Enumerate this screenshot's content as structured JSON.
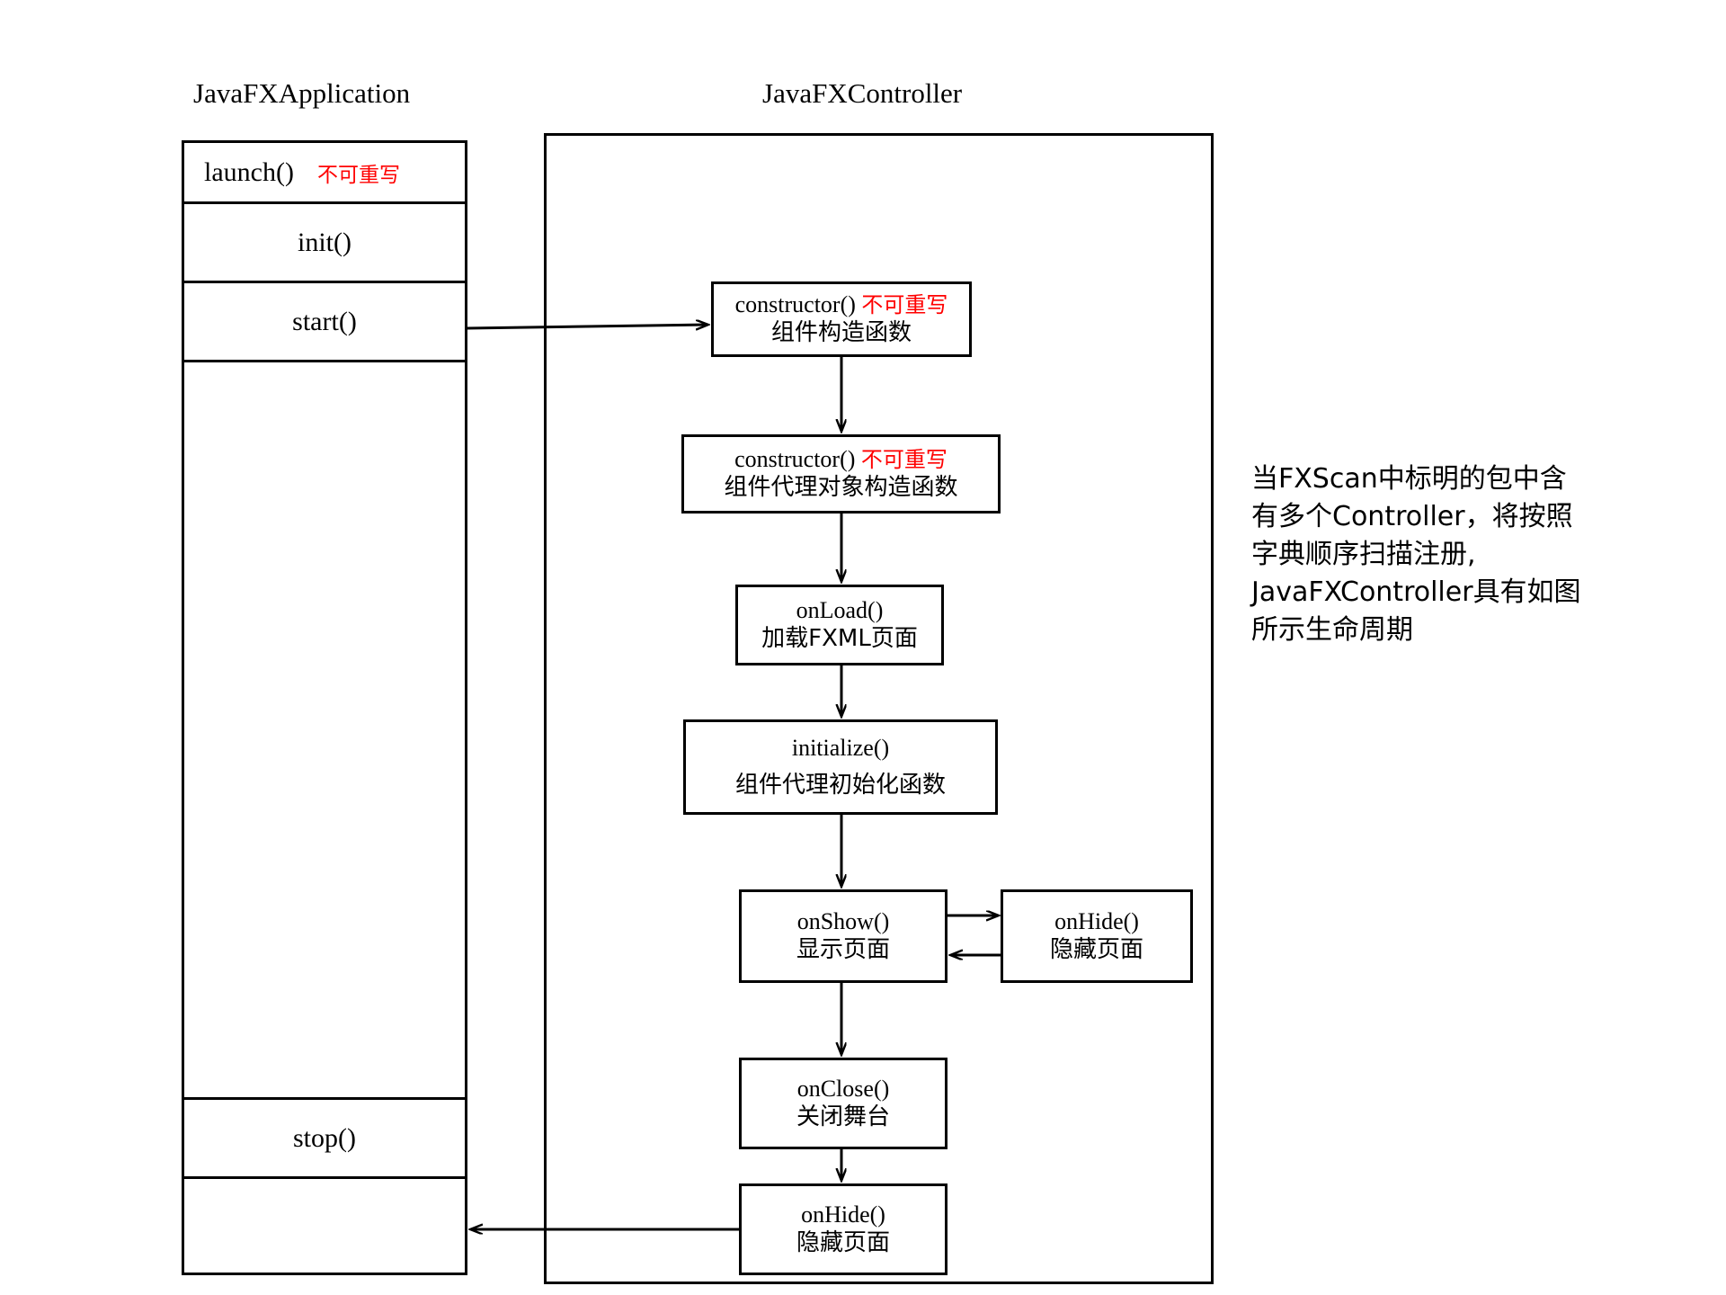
{
  "headers": {
    "application": "JavaFXApplication",
    "controller": "JavaFXController"
  },
  "application_lifecycle": {
    "rows": [
      {
        "label": "launch()",
        "note": "不可重写"
      },
      {
        "label": "init()",
        "note": ""
      },
      {
        "label": "start()",
        "note": ""
      },
      {
        "label": "stop()",
        "note": ""
      }
    ]
  },
  "controller_lifecycle": {
    "boxes": [
      {
        "method": "constructor()",
        "note": "不可重写",
        "desc": "组件构造函数"
      },
      {
        "method": "constructor()",
        "note": "不可重写",
        "desc": "组件代理对象构造函数"
      },
      {
        "method": "onLoad()",
        "note": "",
        "desc": "加载FXML页面"
      },
      {
        "method": "initialize()",
        "note": "",
        "desc": "组件代理初始化函数"
      },
      {
        "method": "onShow()",
        "note": "",
        "desc": "显示页面"
      },
      {
        "method": "onHide()",
        "note": "",
        "desc": "隐藏页面"
      },
      {
        "method": "onClose()",
        "note": "",
        "desc": "关闭舞台"
      },
      {
        "method": "onHide()",
        "note": "",
        "desc": "隐藏页面"
      }
    ]
  },
  "annotation": {
    "lines": [
      "当FXScan中标明的包中含",
      "有多个Controller，将按照",
      "字典顺序扫描注册,",
      "JavaFXController具有如图",
      "所示生命周期"
    ]
  },
  "colors": {
    "stroke": "#000000",
    "note_red": "#ff0000",
    "background": "#ffffff"
  }
}
